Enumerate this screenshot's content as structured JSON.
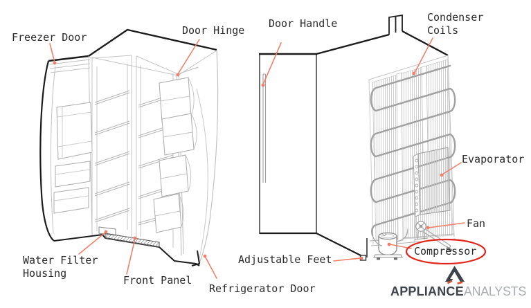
{
  "diagram": {
    "subject": "refrigerator-parts-diagram",
    "labels": {
      "freezer_door": "Freezer Door",
      "door_hinge": "Door Hinge",
      "door_handle": "Door Handle",
      "condenser_coils": "Condenser\nCoils",
      "evaporator": "Evaporator",
      "fan": "Fan",
      "compressor": "Compressor",
      "adjustable_feet": "Adjustable Feet",
      "refrigerator_door": "Refrigerator Door",
      "water_filter_housing": "Water Filter\nHousing",
      "front_panel": "Front Panel"
    },
    "highlight": {
      "circled_part": "Compressor",
      "shape": "ellipse"
    }
  },
  "logo": {
    "brand_bold": "APPLIANCE",
    "brand_light": "ANALYSTS"
  },
  "colors": {
    "leader_line": "#f0806a",
    "highlight_circle": "#e1251b",
    "label_text": "#2b2b2b",
    "outline_dark": "#1c1c1c",
    "outline_light": "#c4c4c4",
    "logo_dark": "#3d434a",
    "logo_light": "#a9aeb3",
    "logo_accent": "#e04f2f"
  }
}
